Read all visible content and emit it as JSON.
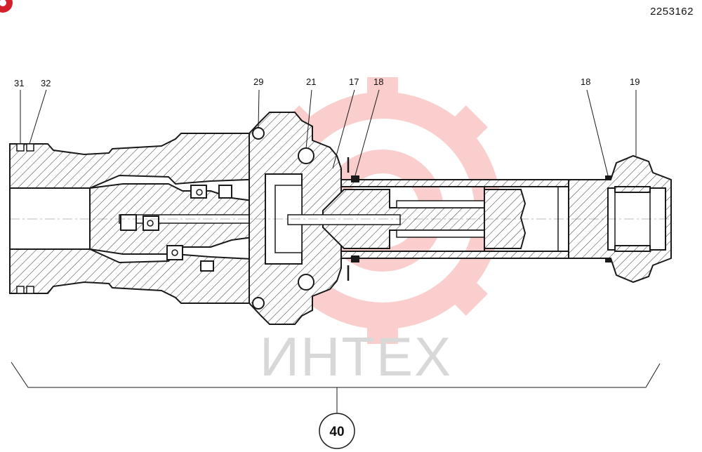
{
  "document": {
    "number": "2253162"
  },
  "watermark": {
    "text": "ИНТЕХ",
    "color": "#e8403a"
  },
  "callouts": [
    {
      "label": "31"
    },
    {
      "label": "32"
    },
    {
      "label": "29"
    },
    {
      "label": "21"
    },
    {
      "label": "17"
    },
    {
      "label": "18"
    },
    {
      "label": "18"
    },
    {
      "label": "19"
    }
  ],
  "assembly": {
    "label": "40"
  }
}
